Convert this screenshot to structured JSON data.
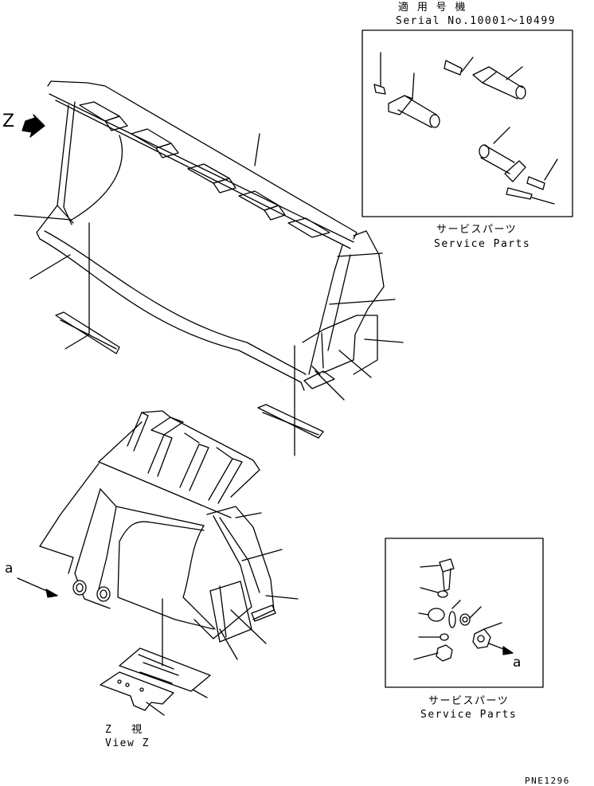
{
  "header": {
    "applicable_models": "適 用 号 機",
    "serial_range": "Serial No.10001～10499"
  },
  "service_parts_top": {
    "jp": "サービスパーツ",
    "en": "Service Parts"
  },
  "service_parts_bottom": {
    "jp": "サービスパーツ",
    "en": "Service Parts"
  },
  "view": {
    "jp": "Z　 視",
    "en": "View Z"
  },
  "markers": {
    "z": "Z",
    "a_left": "a",
    "a_right": "a"
  },
  "drawing_number": "PNE1296"
}
